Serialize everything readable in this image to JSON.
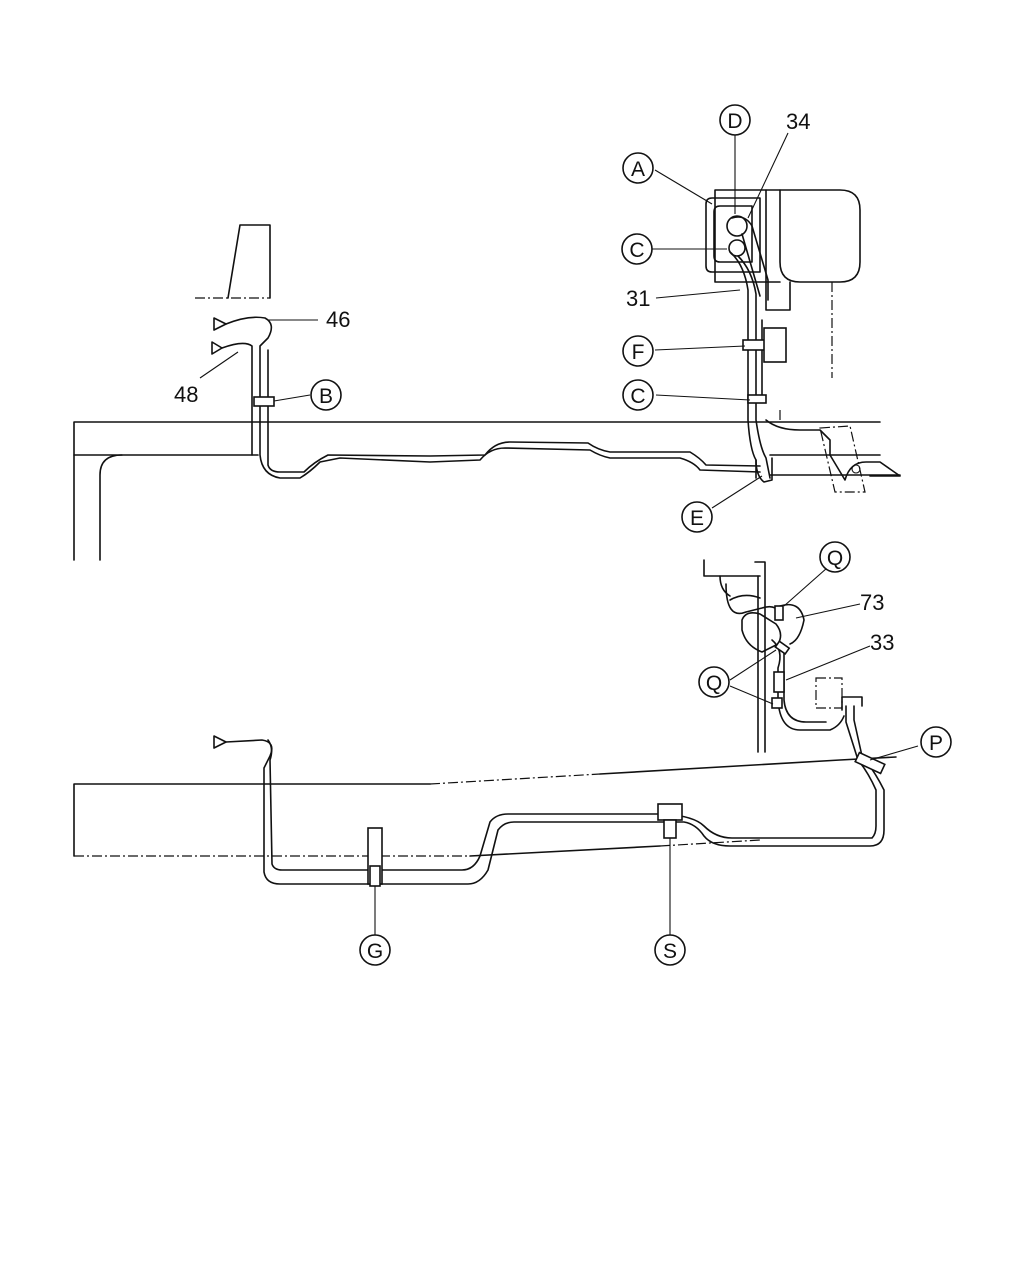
{
  "callouts": {
    "A": "A",
    "B": "B",
    "C_upper": "C",
    "C_lower": "C",
    "D": "D",
    "E": "E",
    "F": "F",
    "G": "G",
    "P": "P",
    "Q_upper": "Q",
    "Q_lower": "Q",
    "S": "S"
  },
  "part_numbers": {
    "p31": "31",
    "p33": "33",
    "p34": "34",
    "p46": "46",
    "p48": "48",
    "p73": "73"
  }
}
